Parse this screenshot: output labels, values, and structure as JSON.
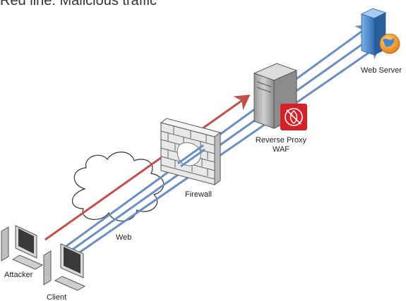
{
  "title": "Red line: Malicious traffic",
  "labels": {
    "web_server": "Web Server",
    "reverse_proxy": "Reverse Proxy",
    "waf": "WAF",
    "firewall": "Firewall",
    "web": "Web",
    "attacker": "Attacker",
    "client": "Client"
  },
  "colors": {
    "malicious_line": "#c0504d",
    "normal_line": "#6c8ebf",
    "waf_badge": "#d6202a",
    "firewall_brick": "#e6e6e6",
    "cloud_fill": "#ffffff",
    "server_body": "#3f7fc4",
    "globe": "#f0a030"
  },
  "icons": {
    "web_server": "web-server-icon",
    "reverse_proxy": "server-tower-icon",
    "waf": "waf-shield-icon",
    "firewall": "brick-firewall-icon",
    "web": "cloud-icon",
    "attacker": "workstation-icon",
    "client": "workstation-icon"
  }
}
